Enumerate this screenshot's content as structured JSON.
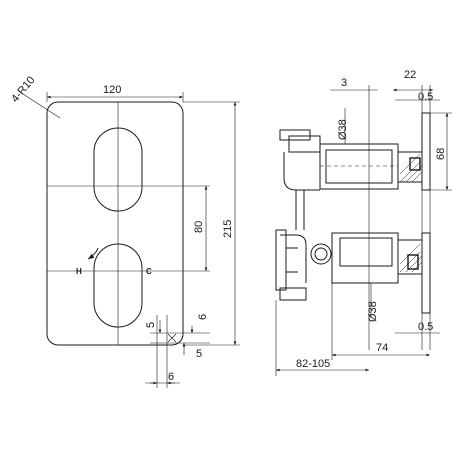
{
  "front_view": {
    "corner_label": "4-R10",
    "width_label": "120",
    "height_label": "215",
    "spacing_label": "80",
    "hot_label": "H",
    "cold_label": "C",
    "gap_top_label": "5",
    "gap_right_label": "6",
    "gap_bottom_label": "5",
    "gap_width_label": "6"
  },
  "side_view": {
    "dim_3": "3",
    "dim_22": "22",
    "dim_05_top": "0.5",
    "dim_68": "68",
    "diameter_top": "Ø38",
    "diameter_bottom": "Ø38",
    "dim_05_bottom": "0.5",
    "dim_74": "74",
    "dim_82_105": "82-105"
  }
}
